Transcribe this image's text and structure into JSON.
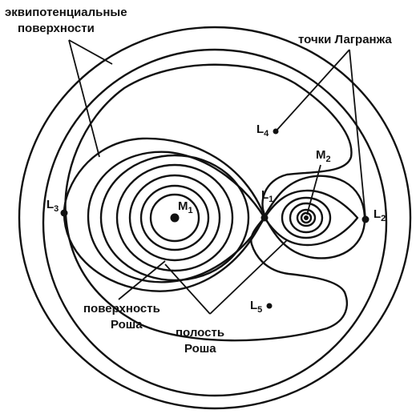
{
  "labels": {
    "equipotential_1": "эквипотенциальные",
    "equipotential_2": "поверхности",
    "lagrange_points": "точки Лагранжа",
    "roche_surface_1": "поверхность",
    "roche_surface_2": "Роша",
    "roche_lobe_1": "полость",
    "roche_lobe_2": "Роша"
  },
  "points": {
    "M1": {
      "main": "M",
      "sub": "1"
    },
    "M2": {
      "main": "M",
      "sub": "2"
    },
    "L1": {
      "main": "L",
      "sub": "1"
    },
    "L2": {
      "main": "L",
      "sub": "2"
    },
    "L3": {
      "main": "L",
      "sub": "3"
    },
    "L4": {
      "main": "L",
      "sub": "4"
    },
    "L5": {
      "main": "L",
      "sub": "5"
    }
  },
  "colors": {
    "ink": "#111111",
    "background": "#ffffff"
  }
}
